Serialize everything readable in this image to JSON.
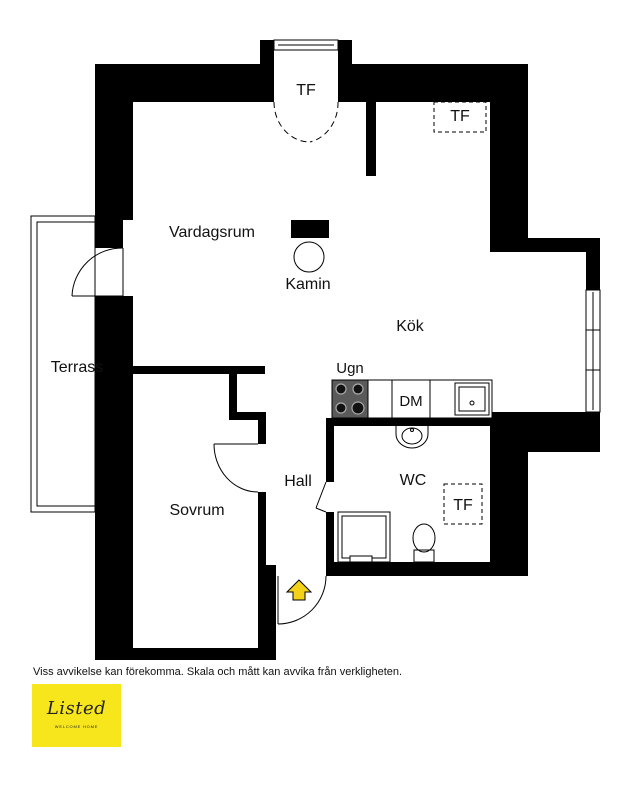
{
  "rooms": {
    "vardagsrum": "Vardagsrum",
    "kamin": "Kamin",
    "kok": "Kök",
    "terrass": "Terrass",
    "sovrum": "Sovrum",
    "hall": "Hall",
    "wc": "WC"
  },
  "fixtures": {
    "tf_top": "TF",
    "tf_kitchen": "TF",
    "tf_wc": "TF",
    "ugn": "Ugn",
    "dm": "DM"
  },
  "footer": {
    "disclaimer": "Viss avvikelse kan förekomma. Skala och mått kan avvika från verkligheten."
  },
  "logo": {
    "brand": "Listed",
    "tagline": "WELCOME HOME",
    "background": "#f7e61c"
  },
  "colors": {
    "wall": "#000000",
    "entrance_arrow": "#f5d21a"
  }
}
